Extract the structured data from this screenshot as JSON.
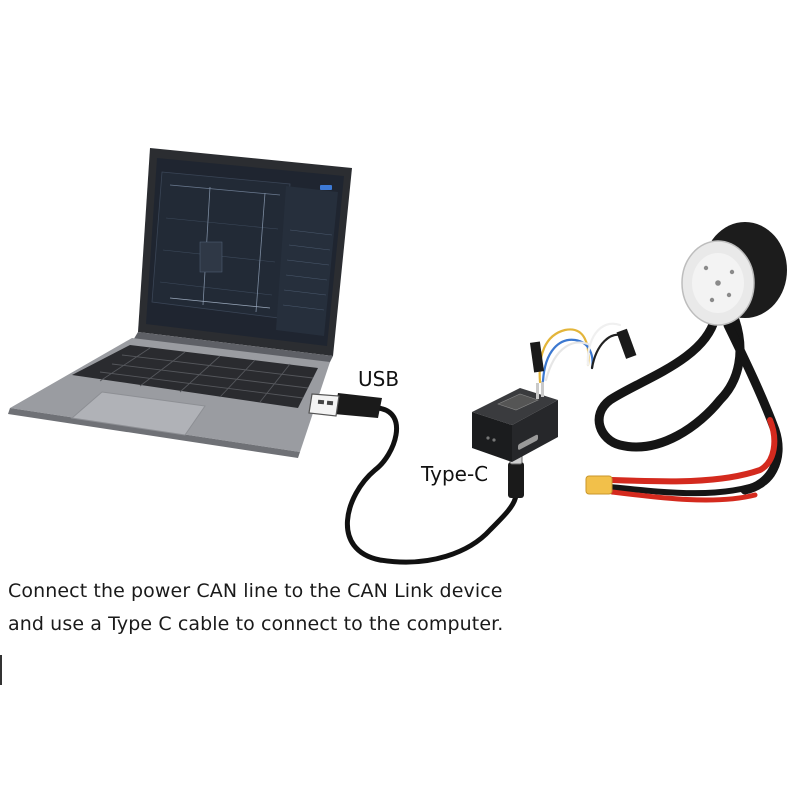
{
  "labels": {
    "usb": "USB",
    "type_c": "Type-C"
  },
  "caption": {
    "line1": "Connect the power CAN line to the CAN Link device",
    "line2": "and use a Type C cable to connect to the computer."
  },
  "colors": {
    "laptop_body": "#8d8f94",
    "screen_bg": "#1f2530",
    "cable": "#111111",
    "power_wire": "#d42a1e",
    "xt_connector": "#f2c04a",
    "motor_cap": "#e9e9e9"
  }
}
